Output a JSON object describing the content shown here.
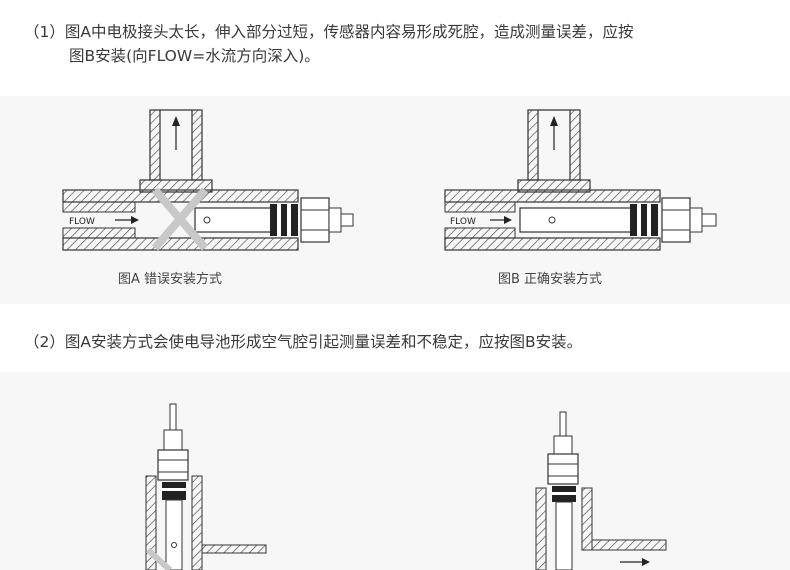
{
  "section1": {
    "line1": "（1）图A中电极接头太长，伸入部分过短，传感器内容易形成死腔，造成测量误差，应按",
    "line2": "图B安装(向FLOW=水流方向深入)。"
  },
  "figureA": {
    "flow_label": "FLOW",
    "caption": "图A 错误安装方式"
  },
  "figureB": {
    "flow_label": "FLOW",
    "caption": "图B 正确安装方式"
  },
  "section2": {
    "text": "（2）图A安装方式会使电导池形成空气腔引起测量误差和不稳定，应按图B安装。"
  },
  "colors": {
    "hatch": "#555555",
    "cross": "#c8c8c8",
    "panel_bg": "#f7f7f7"
  }
}
